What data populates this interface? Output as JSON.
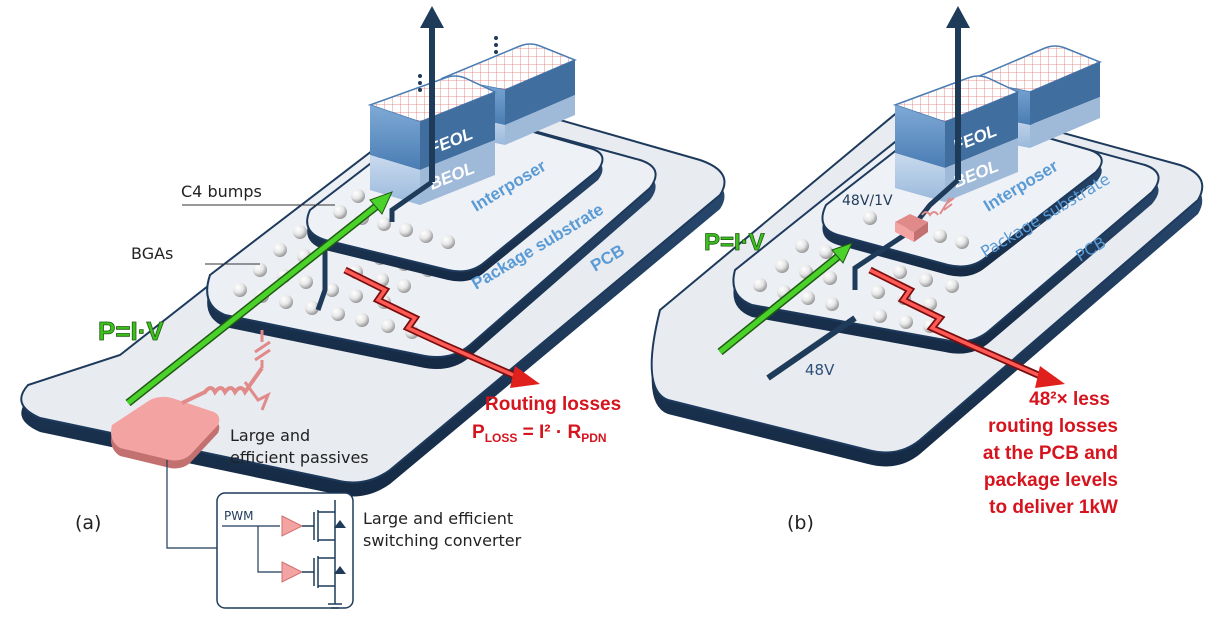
{
  "panel_a": {
    "caption": "(a)",
    "c4_bumps": "C4 bumps",
    "bgas": "BGAs",
    "interposer": "Interposer",
    "package_substrate": "Package substrate",
    "pcb": "PCB",
    "feol": "FEOL",
    "beol": "BEOL",
    "power_eq": "P=I·V",
    "routing_losses": "Routing losses",
    "ploss_p": "P",
    "ploss_sub1": "LOSS",
    "ploss_mid": " = I² · R",
    "ploss_sub2": "PDN",
    "passives_line1": "Large and",
    "passives_line2": "efficient passives",
    "converter_line1": "Large and efficient",
    "converter_line2": "switching converter",
    "pwm": "PWM"
  },
  "panel_b": {
    "caption": "(b)",
    "interposer": "Interposer",
    "package_substrate": "Package substrate",
    "pcb": "PCB",
    "feol": "FEOL",
    "beol": "BEOL",
    "power_eq": "P=I·V",
    "converter_ratio": "48V/1V",
    "input_voltage": "48V",
    "losses_line1": "48²× less",
    "losses_line2": "routing losses",
    "losses_line3": "at the PCB and",
    "losses_line4": "package levels",
    "losses_line5": "to deliver 1kW"
  },
  "colors": {
    "board_fill": "#e6e9ef",
    "board_edge": "#1d3a5c",
    "label_blue": "#5b9bd5",
    "die_blue": "#5f8fc0",
    "green_arrow": "#39b91a",
    "red_arrow": "#e0201c",
    "loss_text": "#d6141e",
    "pink": "#f4a3a3",
    "dark_navy": "#1f3b5a"
  }
}
